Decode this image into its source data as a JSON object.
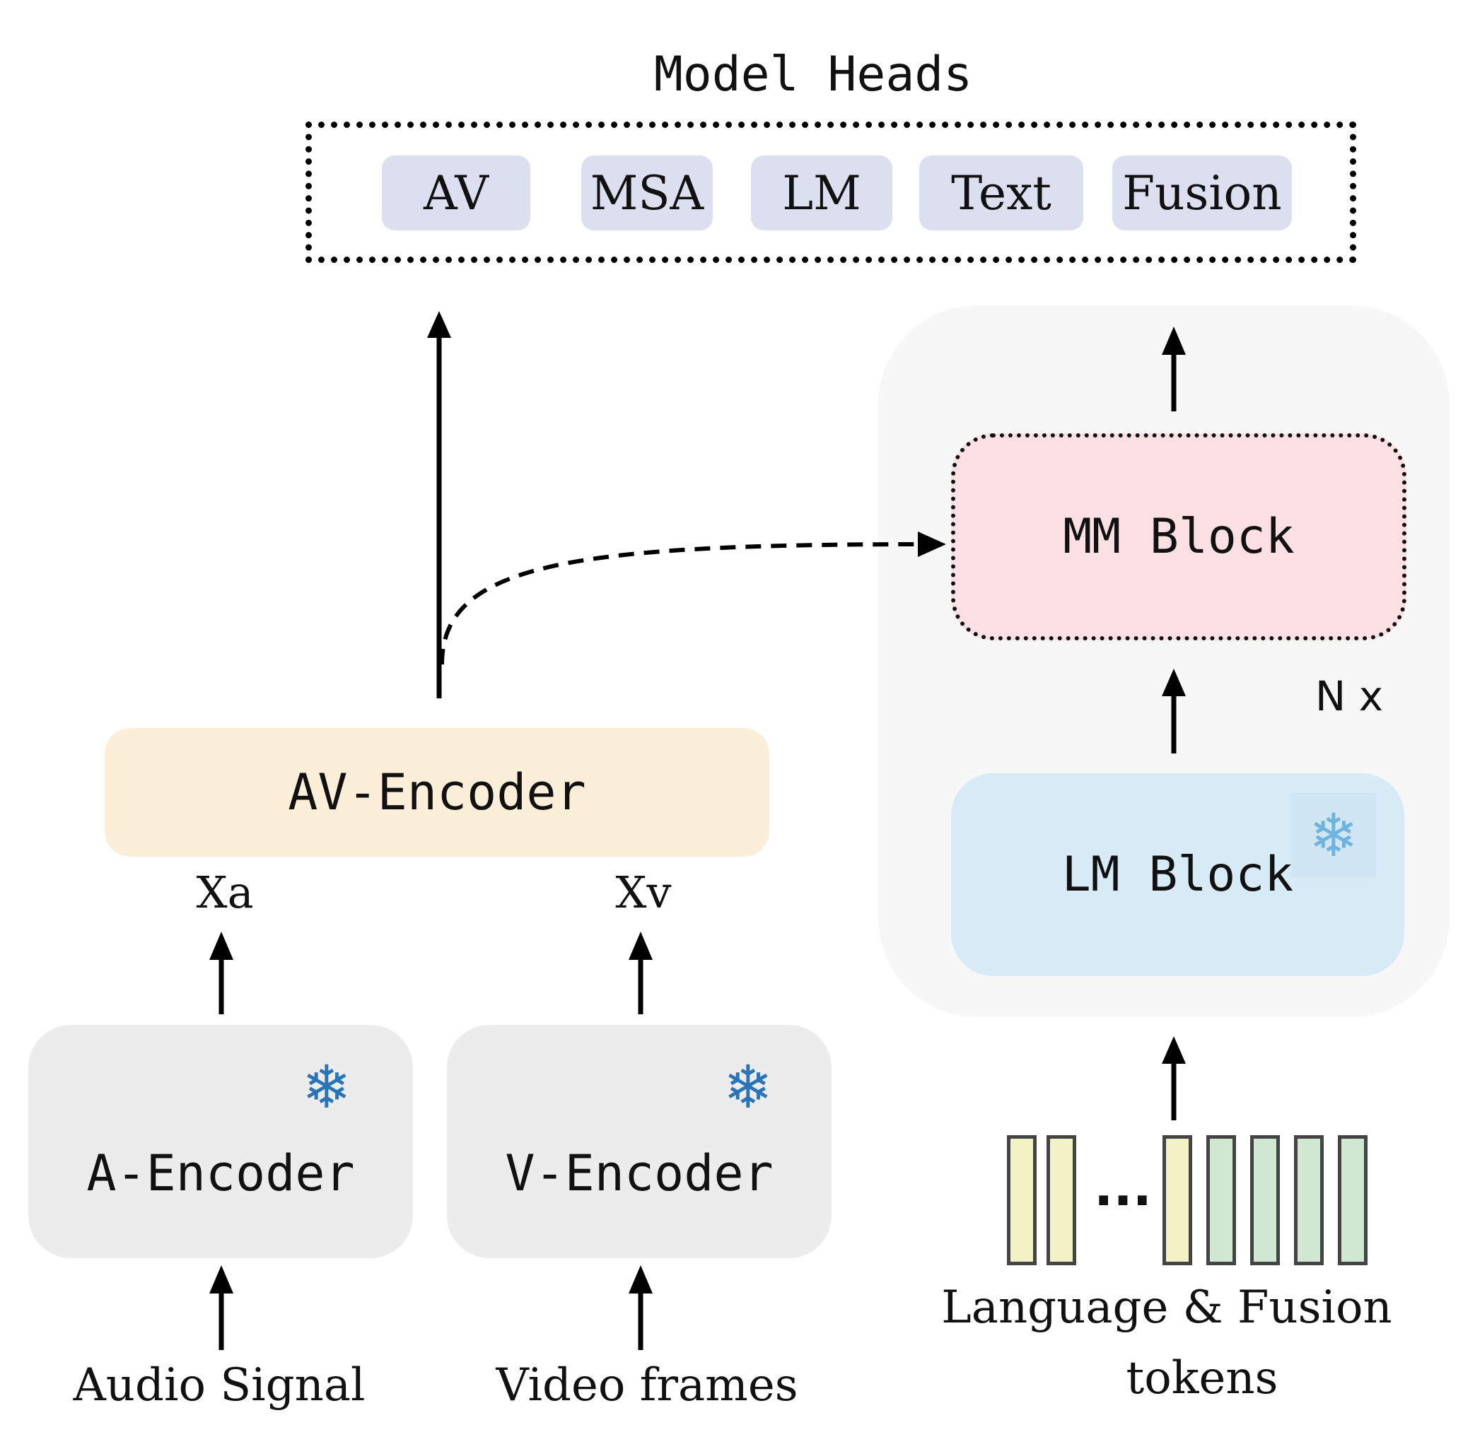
{
  "model_heads": {
    "title": "Model Heads",
    "heads": [
      "AV",
      "MSA",
      "LM",
      "Text",
      "Fusion"
    ]
  },
  "blocks": {
    "mm_block": "MM Block",
    "lm_block": "LM Block",
    "repeat_label": "N x",
    "av_encoder": "AV-Encoder",
    "a_encoder": "A-Encoder",
    "v_encoder": "V-Encoder"
  },
  "labels": {
    "xa": "Xa",
    "xv": "Xv",
    "audio_input": "Audio Signal",
    "video_input": "Video frames",
    "tokens_line1": "Language & Fusion",
    "tokens_line2": "tokens",
    "ellipsis": "..."
  },
  "icons": {
    "frozen": "❄"
  },
  "colors": {
    "heads_pill": "#dcdfef",
    "mm_block": "#fbe0e3",
    "lm_block": "#d6ebf6",
    "av_encoder": "#fcefda",
    "encoder_box": "#ececec",
    "language_token": "#f2f2c4",
    "fusion_token": "#d0e7d2",
    "snowflake": "#2a75b8"
  }
}
